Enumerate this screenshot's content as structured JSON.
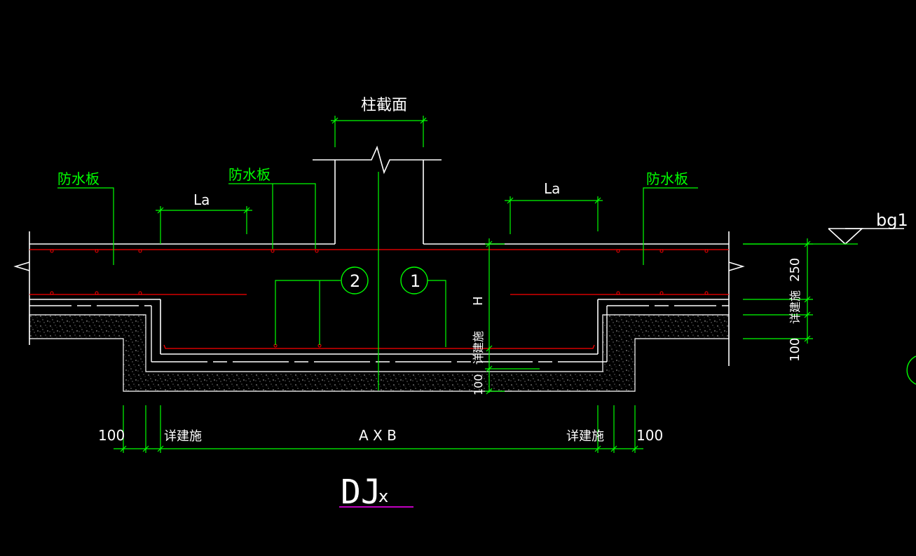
{
  "labels": {
    "column_section": "柱截面",
    "waterproof_left": "防水板",
    "waterproof_mid": "防水板",
    "waterproof_right": "防水板",
    "la_left": "La",
    "la_right": "La",
    "elevation": "bg1",
    "rebar_2": "2",
    "rebar_1": "1",
    "h": "H",
    "dim_250": "250",
    "dim_100_right": "100",
    "see_arch_right": "详建施",
    "see_arch_center": "详建施",
    "dim_100_center": "100",
    "dim_100_bottom_left": "100",
    "see_arch_bottom_left": "详建施",
    "axb": "A X B",
    "see_arch_bottom_right": "详建施",
    "dim_100_bottom_right": "100",
    "title_main": "DJ",
    "title_sub": "x"
  },
  "colors": {
    "background": "#000000",
    "outline": "#ffffff",
    "dimension": "#00ff00",
    "rebar": "#ff0000",
    "title_underline": "#ff00ff"
  }
}
